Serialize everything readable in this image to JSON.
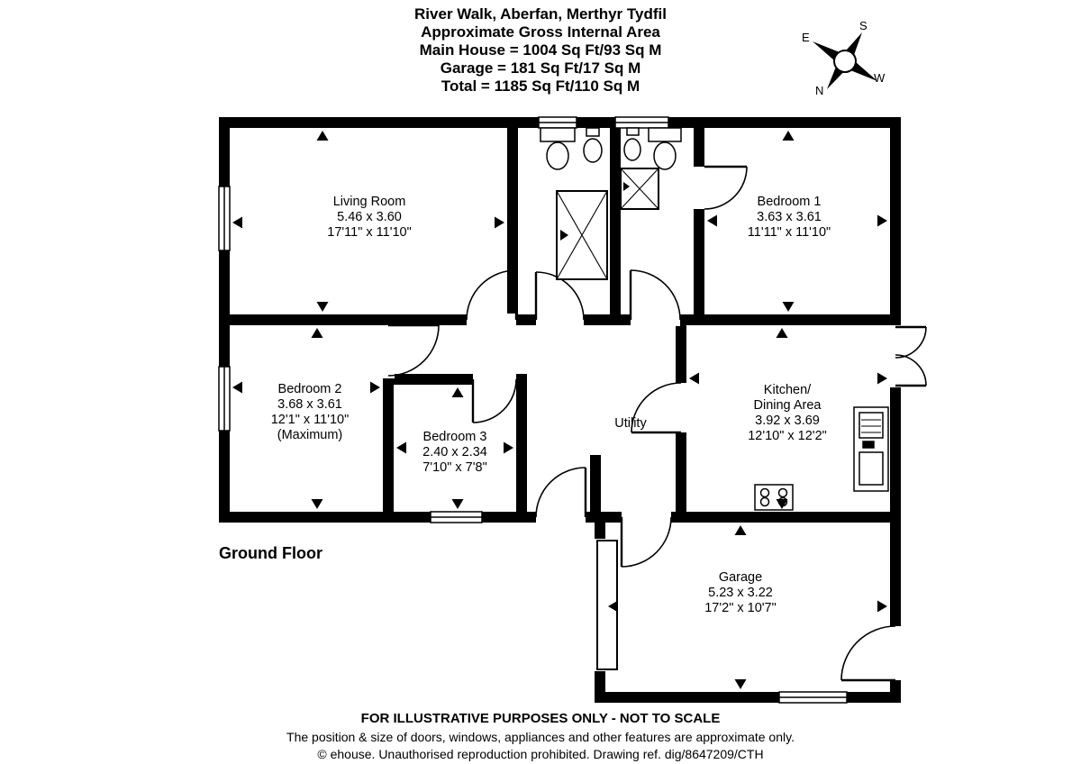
{
  "header": {
    "title": "River Walk, Aberfan, Merthyr Tydfil",
    "subtitle": "Approximate Gross Internal Area",
    "line_main_house": "Main House = 1004 Sq Ft/93 Sq M",
    "line_garage": "Garage = 181 Sq Ft/17 Sq M",
    "line_total": "Total = 1185 Sq Ft/110 Sq M"
  },
  "compass": {
    "n": "N",
    "s": "S",
    "e": "E",
    "w": "W"
  },
  "floor": {
    "label": "Ground Floor"
  },
  "rooms": {
    "living_room": {
      "name": "Living Room",
      "metric": "5.46 x 3.60",
      "imperial": "17'11\" x 11'10\""
    },
    "bedroom_1": {
      "name": "Bedroom 1",
      "metric": "3.63 x 3.61",
      "imperial": "11'11\" x 11'10\""
    },
    "bedroom_2": {
      "name": "Bedroom 2",
      "metric": "3.68 x 3.61",
      "imperial": "12'1\" x 11'10\"",
      "note": "(Maximum)"
    },
    "bedroom_3": {
      "name": "Bedroom 3",
      "metric": "2.40 x 2.34",
      "imperial": "7'10\" x 7'8\""
    },
    "utility": {
      "name": "Utility"
    },
    "kitchen": {
      "name_line1": "Kitchen/",
      "name_line2": "Dining Area",
      "metric": "3.92 x 3.69",
      "imperial": "12'10\" x 12'2\""
    },
    "garage": {
      "name": "Garage",
      "metric": "5.23 x 3.22",
      "imperial": "17'2\" x 10'7\""
    }
  },
  "footer": {
    "line1": "FOR ILLUSTRATIVE PURPOSES ONLY - NOT TO SCALE",
    "line2": "The position & size of doors, windows, appliances and other features are approximate only.",
    "line3": "© ehouse. Unauthorised reproduction prohibited. Drawing ref. dig/8647209/CTH"
  },
  "colors": {
    "wall": "#000000",
    "background": "#ffffff"
  }
}
